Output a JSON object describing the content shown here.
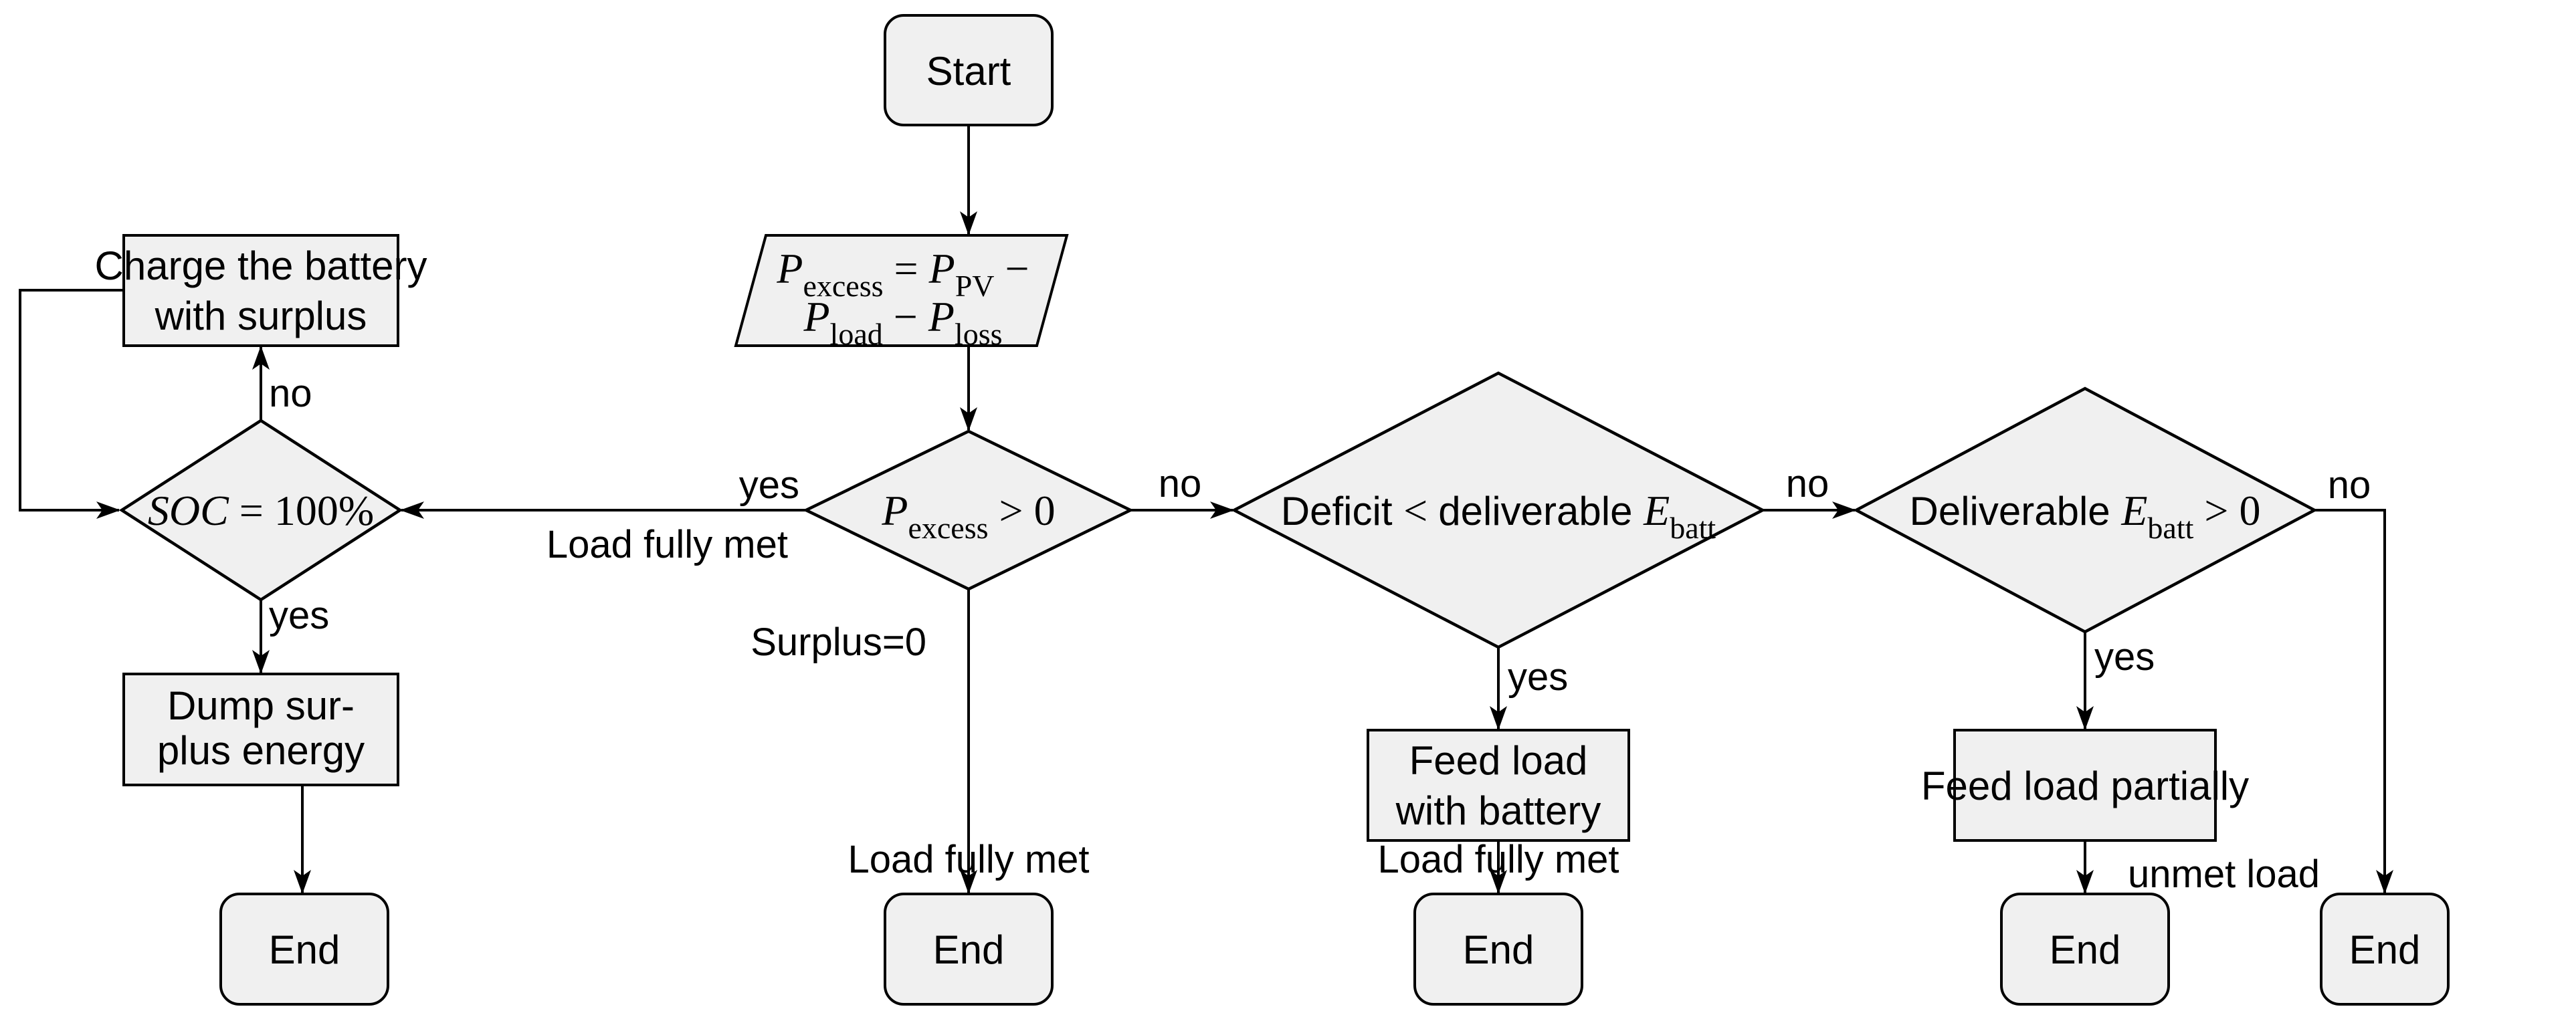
{
  "palette": {
    "node_fill": "#f0f0f0",
    "node_stroke": "#000000",
    "line_color": "#000000",
    "background": "#ffffff",
    "text_color": "#000000"
  },
  "nodes": {
    "start": {
      "label": "Start"
    },
    "compute_excess": {
      "line1": [
        {
          "t": "P",
          "s": "mi"
        },
        {
          "t": "excess",
          "s": "sub"
        },
        {
          "t": " = ",
          "s": "mr"
        },
        {
          "t": "P",
          "s": "mi"
        },
        {
          "t": "PV",
          "s": "sub"
        },
        {
          "t": " −",
          "s": "mr"
        }
      ],
      "line2": [
        {
          "t": "P",
          "s": "mi"
        },
        {
          "t": "load",
          "s": "sub"
        },
        {
          "t": " − ",
          "s": "mr"
        },
        {
          "t": "P",
          "s": "mi"
        },
        {
          "t": "loss",
          "s": "sub"
        }
      ]
    },
    "excess_check": {
      "segments": [
        {
          "t": "P",
          "s": "mi"
        },
        {
          "t": "excess",
          "s": "sub"
        },
        {
          "t": " > 0",
          "s": "mr"
        }
      ]
    },
    "soc_check": {
      "segments": [
        {
          "t": "SOC",
          "s": "mi"
        },
        {
          "t": " = 100%",
          "s": "mr"
        }
      ]
    },
    "deficit_check": {
      "segments": [
        {
          "t": "Deficit ",
          "s": "sf"
        },
        {
          "t": "< ",
          "s": "mr"
        },
        {
          "t": "deliverable ",
          "s": "sf"
        },
        {
          "t": "E",
          "s": "mi"
        },
        {
          "t": "batt",
          "s": "sub"
        }
      ]
    },
    "deliverable_check": {
      "segments": [
        {
          "t": "Deliverable ",
          "s": "sf"
        },
        {
          "t": "E",
          "s": "mi"
        },
        {
          "t": "batt",
          "s": "sub"
        },
        {
          "t": " > 0",
          "s": "mr"
        }
      ]
    },
    "charge_battery": {
      "line1": "Charge the battery",
      "line2": "with surplus"
    },
    "dump_surplus": {
      "line1": "Dump sur-",
      "line2": "plus energy"
    },
    "feed_battery": {
      "line1": "Feed load",
      "line2": "with battery"
    },
    "feed_partial": {
      "label": "Feed load partially"
    },
    "end_soc": {
      "label": "End"
    },
    "end_surplus": {
      "label": "End"
    },
    "end_battery": {
      "label": "End"
    },
    "end_partial": {
      "label": "End"
    },
    "end_unmet": {
      "label": "End"
    }
  },
  "edge_labels": {
    "yes_excess": "yes",
    "load_fully_met_left": "Load fully met",
    "no_excess": "no",
    "surplus_zero": "Surplus=0",
    "load_fully_met_center": "Load fully met",
    "no_soc": "no",
    "yes_soc": "yes",
    "yes_deficit": "yes",
    "load_fully_met_battery": "Load fully met",
    "no_deficit": "no",
    "yes_deliverable": "yes",
    "no_deliverable": "no",
    "unmet_load": "unmet load"
  }
}
